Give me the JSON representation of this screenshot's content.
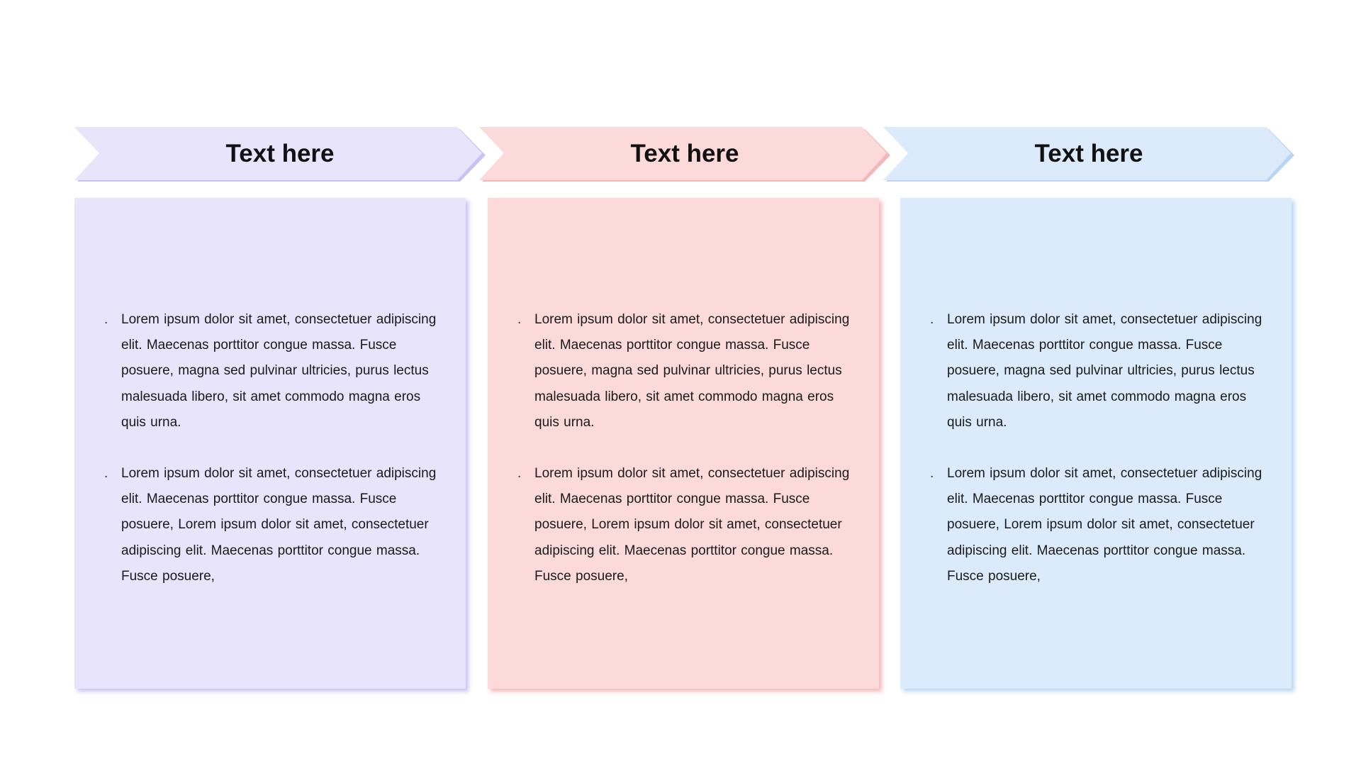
{
  "columns": [
    {
      "title": "Text here",
      "fill": "#e8e4fb",
      "shadow": "#c9c2f2",
      "bullets": [
        "Lorem ipsum dolor sit amet, consectetuer adipiscing elit. Maecenas porttitor congue massa. Fusce posuere, magna sed pulvinar ultricies, purus lectus malesuada libero, sit amet commodo magna eros quis urna.",
        "Lorem ipsum dolor sit amet, consectetuer adipiscing elit. Maecenas porttitor congue massa. Fusce posuere, Lorem ipsum dolor sit amet, consectetuer adipiscing elit. Maecenas porttitor congue massa. Fusce posuere,"
      ]
    },
    {
      "title": "Text here",
      "fill": "#fcdada",
      "shadow": "#f5b6b6",
      "bullets": [
        "Lorem ipsum dolor sit amet, consectetuer adipiscing elit. Maecenas porttitor congue massa. Fusce posuere, magna sed pulvinar ultricies, purus lectus malesuada libero, sit amet commodo magna eros quis urna.",
        "Lorem ipsum dolor sit amet, consectetuer adipiscing elit. Maecenas porttitor congue massa. Fusce posuere, Lorem ipsum dolor sit amet, consectetuer adipiscing elit. Maecenas porttitor congue massa. Fusce posuere,"
      ]
    },
    {
      "title": "Text here",
      "fill": "#dcebfc",
      "shadow": "#b9d4f5",
      "bullets": [
        "Lorem ipsum dolor sit amet, consectetuer adipiscing elit. Maecenas porttitor congue massa. Fusce posuere, magna sed pulvinar ultricies, purus lectus malesuada libero, sit amet commodo magna eros quis urna.",
        "Lorem ipsum dolor sit amet, consectetuer adipiscing elit. Maecenas porttitor congue massa. Fusce posuere, Lorem ipsum dolor sit amet, consectetuer adipiscing elit. Maecenas porttitor congue massa. Fusce posuere,"
      ]
    }
  ],
  "bullet_marker": "."
}
